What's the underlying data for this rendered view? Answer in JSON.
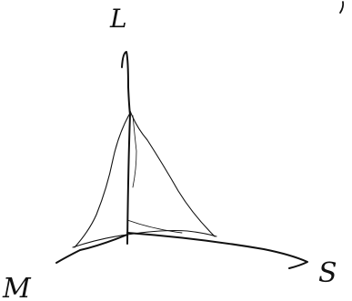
{
  "diagram": {
    "axis_labels": {
      "top": "L",
      "left": "M",
      "right": "S"
    },
    "colors": {
      "ink": "#111111",
      "background": "#ffffff"
    }
  }
}
